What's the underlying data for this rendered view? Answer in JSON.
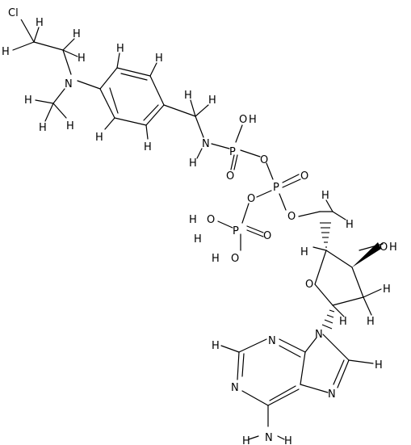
{
  "atoms": {
    "cl": "Cl",
    "n_amine": "N",
    "n_amide": "N",
    "h_amide": "H",
    "p1": "P",
    "p2": "P",
    "p3": "P",
    "o_p1_oh": "O",
    "h_p1_oh": "H",
    "o_p1_db": "O",
    "o_bridge1": "O",
    "o_bridge2": "O",
    "o_p2_db": "O",
    "o_p2_c5": "O",
    "o_p3_oh1": "O",
    "h_p3_oh1": "H",
    "o_p3_oh2": "O",
    "h_p3_oh2": "H",
    "o_p3_db": "O",
    "o_ring": "O",
    "o_3oh": "O",
    "h_3oh": "H",
    "n9": "N",
    "n7": "N",
    "n3": "N",
    "n1": "N",
    "n_nh2": "N",
    "h_nh2_1": "H",
    "h_nh2_2": "H",
    "h_c2": "H",
    "h_c8": "H",
    "h_generic": "H"
  }
}
